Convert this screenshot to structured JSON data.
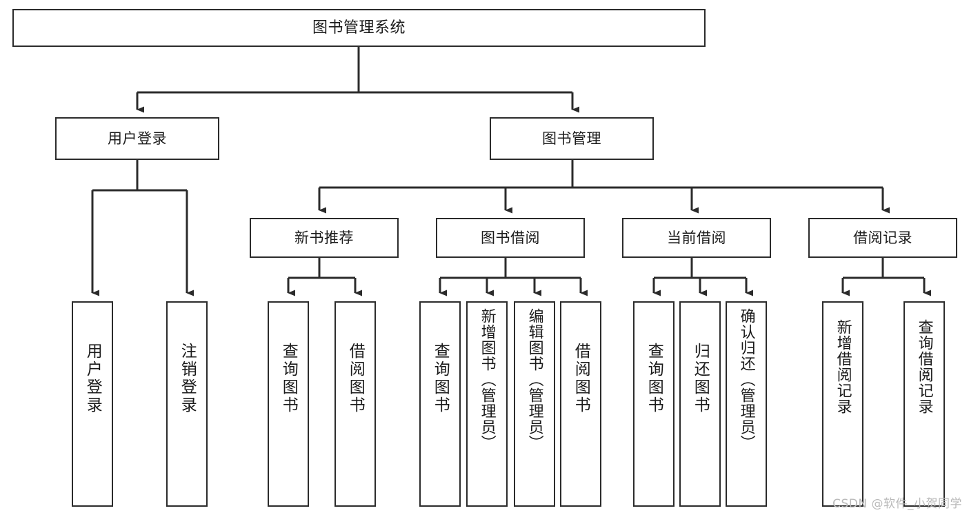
{
  "diagram": {
    "title": "图书管理系统",
    "type": "tree-hierarchy-chart",
    "watermark": "CSDN @软件_小贺同学",
    "colors": {
      "node_border": "#2b2b2b",
      "node_fill": "#ffffff",
      "edge": "#2b2b2b",
      "text": "#1b1b1b",
      "watermark": "#b9b9b9",
      "background": "#ffffff"
    },
    "levels": {
      "root": {
        "label": "图书管理系统"
      },
      "modules": [
        {
          "label": "用户登录"
        },
        {
          "label": "图书管理"
        }
      ],
      "submodules": [
        {
          "label": "新书推荐"
        },
        {
          "label": "图书借阅"
        },
        {
          "label": "当前借阅"
        },
        {
          "label": "借阅记录"
        }
      ],
      "leaves": {
        "user_login": [
          {
            "label": "用户登录"
          },
          {
            "label": "注销登录"
          }
        ],
        "new_book_recommend": [
          {
            "label": "查询图书"
          },
          {
            "label": "借阅图书"
          }
        ],
        "book_borrow": [
          {
            "label": "查询图书"
          },
          {
            "label": "新增图书（管理员）"
          },
          {
            "label": "编辑图书（管理员）"
          },
          {
            "label": "借阅图书"
          }
        ],
        "current_borrow": [
          {
            "label": "查询图书"
          },
          {
            "label": "归还图书"
          },
          {
            "label": "确认归还（管理员）"
          }
        ],
        "borrow_record": [
          {
            "label": "新增借阅记录"
          },
          {
            "label": "查询借阅记录"
          }
        ]
      }
    }
  }
}
